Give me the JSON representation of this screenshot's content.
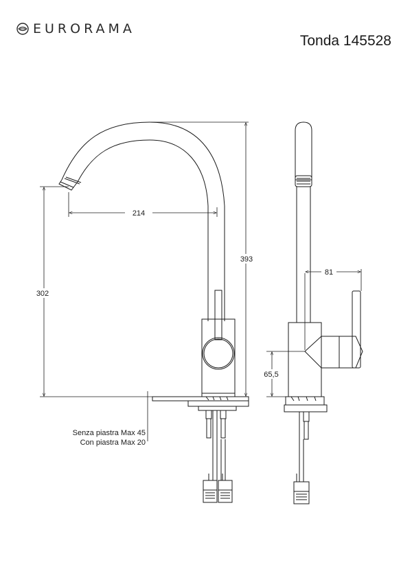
{
  "brand": {
    "name": "EURORAMA",
    "logo_icon": "eurorama-swirl-logo"
  },
  "title": "Tonda 145528",
  "dimensions": {
    "spout_reach": "214",
    "total_height": "393",
    "spout_height": "302",
    "lever_offset": "81",
    "body_height": "65,5"
  },
  "notes": {
    "line1": "Senza piastra Max 45",
    "line2": "Con piastra Max 20"
  }
}
